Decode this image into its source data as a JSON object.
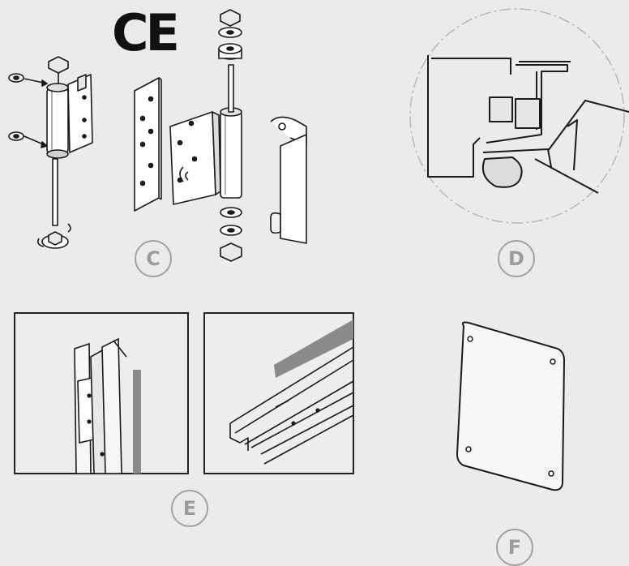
{
  "ce_mark": "CE",
  "labels": {
    "c": "C",
    "d": "D",
    "e": "E",
    "f": "F"
  },
  "colors": {
    "background": "#ebebeb",
    "line": "#1a1a1a",
    "label_ring": "#a3a3a3",
    "label_text": "#9c9c9c",
    "accent_grey": "#8a8a8a"
  }
}
